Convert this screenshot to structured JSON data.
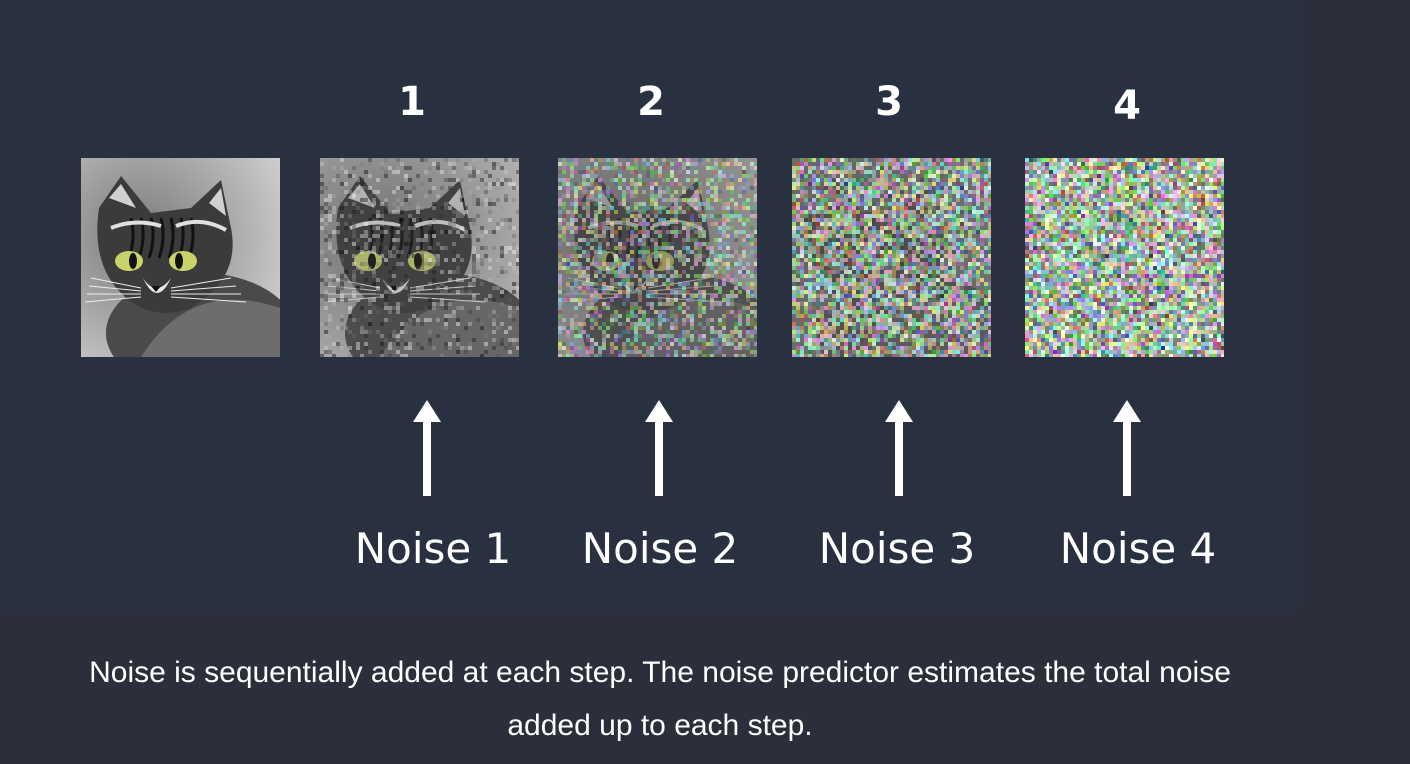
{
  "figure": {
    "steps": [
      {
        "number": "1",
        "noise_label": "Noise 1",
        "noise_level": 0.25
      },
      {
        "number": "2",
        "noise_label": "Noise 2",
        "noise_level": 0.5
      },
      {
        "number": "3",
        "noise_label": "Noise 3",
        "noise_level": 0.8
      },
      {
        "number": "4",
        "noise_label": "Noise 4",
        "noise_level": 1.0
      }
    ],
    "colors": {
      "background": "#2a2f3b",
      "text": "#ffffff",
      "cat_eye": "#c9d36a"
    }
  },
  "caption": {
    "line1": "Noise is sequentially added at each step. The noise predictor estimates the total noise",
    "line2": "added up to each step."
  }
}
